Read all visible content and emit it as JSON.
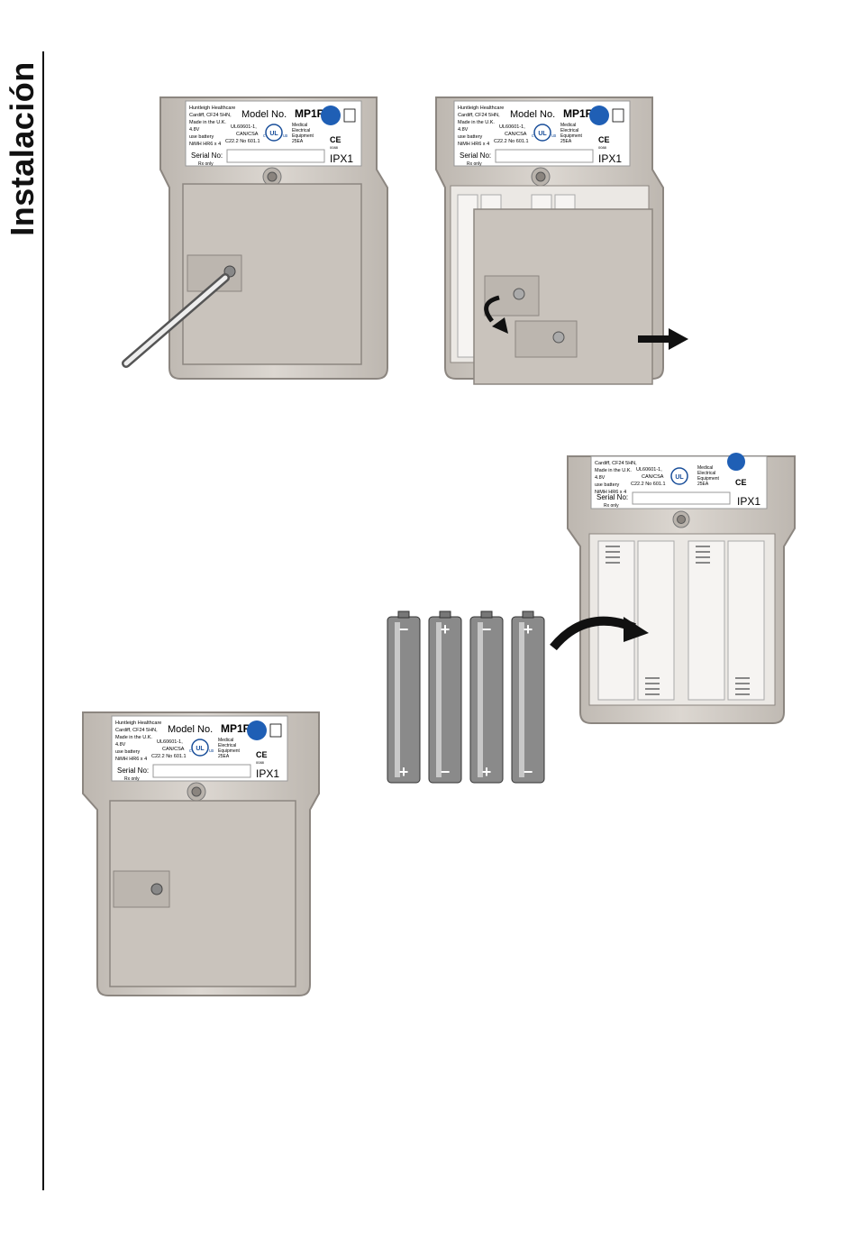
{
  "page": {
    "section_title": "Instalación"
  },
  "label": {
    "company": "Huntleigh Healthcare",
    "city": "Cardiff, CF24 5HN,",
    "made_in": "Made in the U.K.",
    "voltage": "4.8V",
    "use_battery": "use battery",
    "battery_type": "NiMH HR6 x 4",
    "model_prefix": "Model No.",
    "model": "MP1R",
    "standard1": "UL60601-1,",
    "standard2": "CAN/CSA",
    "standard3": "C22.2 No 601.1",
    "medical1": "Medical",
    "medical2": "Electrical",
    "medical3": "Equipment",
    "medical4": "25EA",
    "serial": "Serial No:",
    "rx": "Rx only",
    "ipx": "IPX1",
    "ul_c": "c",
    "ul_us": "us",
    "ul_mark": "UL",
    "ce": "CE",
    "ce_num": "0088"
  },
  "batteries": [
    {
      "top": "−",
      "bottom": "+"
    },
    {
      "top": "+",
      "bottom": "−"
    },
    {
      "top": "−",
      "bottom": "+"
    },
    {
      "top": "+",
      "bottom": "−"
    }
  ],
  "colors": {
    "device_body": "#d6d1cb",
    "device_edge": "#8c8680",
    "battery": "#8a8a8a"
  }
}
